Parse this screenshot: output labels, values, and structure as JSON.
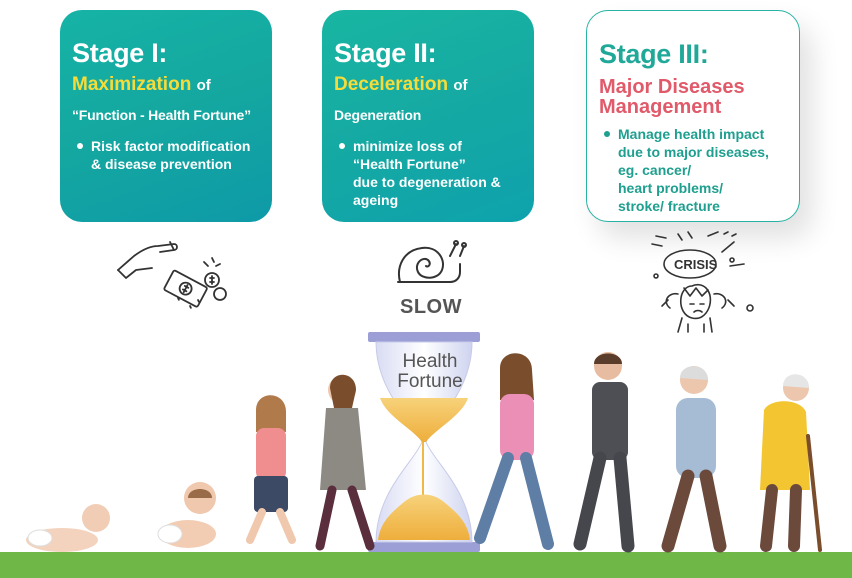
{
  "stage1": {
    "title": "Stage I:",
    "headline": "Maximization",
    "of": "of",
    "subline": "“Function - Health Fortune”",
    "bullets": [
      {
        "lines": [
          "Risk factor modification",
          "& disease prevention"
        ]
      }
    ],
    "icon": "hand-money-icon"
  },
  "stage2": {
    "title": "Stage II:",
    "headline": "Deceleration",
    "of": "of",
    "subline": "Degeneration",
    "bullets": [
      {
        "lines": [
          "minimize loss of",
          "“Health Fortune”",
          "due to degeneration &",
          "ageing"
        ]
      }
    ],
    "icon": "snail-icon",
    "icon_label": "SLOW"
  },
  "stage3": {
    "title": "Stage III:",
    "headline_lines": [
      "Major Diseases",
      "Management"
    ],
    "bullets": [
      {
        "lines": [
          "Manage health impact",
          "due to major diseases,",
          "eg. cancer/",
          "heart problems/",
          "stroke/ fracture"
        ]
      }
    ],
    "icon": "crisis-head-icon",
    "icon_text": "CRISIS"
  },
  "hourglass": {
    "label_lines": [
      "Health",
      "Fortune"
    ]
  },
  "colors": {
    "teal": "#16b3a6",
    "yellow_accent": "#f6dc3a",
    "red_accent": "#e15a6a",
    "ground": "#6fb848",
    "sand": "#f4c15a"
  }
}
